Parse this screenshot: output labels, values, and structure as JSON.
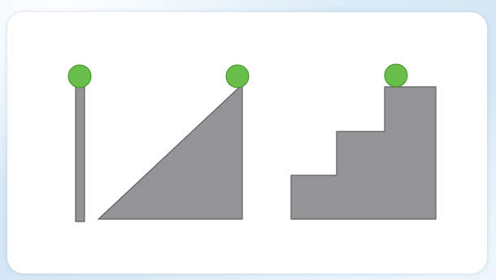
{
  "figure": {
    "shape_fill": "#949496",
    "shape_stroke": "#5f5f61",
    "ball_fill": "#6abf4b",
    "ball_stroke": "#3f8f2c",
    "panel_color": "#ffffff",
    "background_color": "#dcebf6",
    "items": [
      {
        "shape": "vertical-pole",
        "ball_icon": "green-ball-icon"
      },
      {
        "shape": "ramp",
        "ball_icon": "green-ball-icon"
      },
      {
        "shape": "staircase",
        "ball_icon": "green-ball-icon"
      }
    ]
  }
}
